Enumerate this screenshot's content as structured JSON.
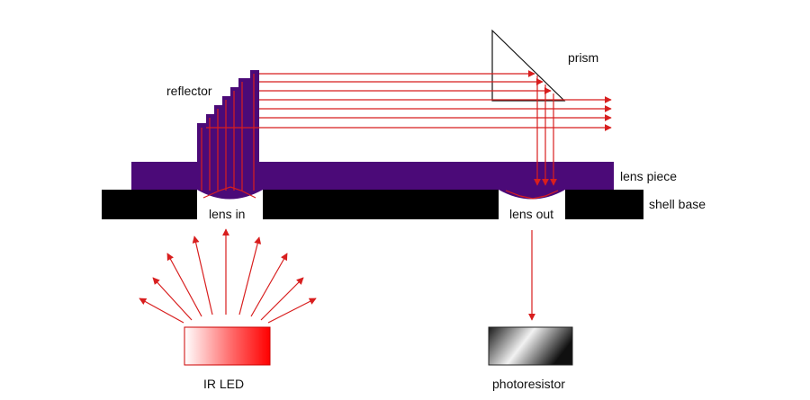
{
  "labels": {
    "reflector": "reflector",
    "prism": "prism",
    "lens_piece": "lens piece",
    "shell_base": "shell base",
    "lens_in": "lens in",
    "lens_out": "lens out",
    "ir_led": "IR LED",
    "photoresistor": "photoresistor"
  },
  "colors": {
    "lens_piece": "#4b0a78",
    "shell_base": "#000000",
    "ray": "#d81e1e",
    "led_red": "#ff0000",
    "prism_stroke": "#111111"
  }
}
